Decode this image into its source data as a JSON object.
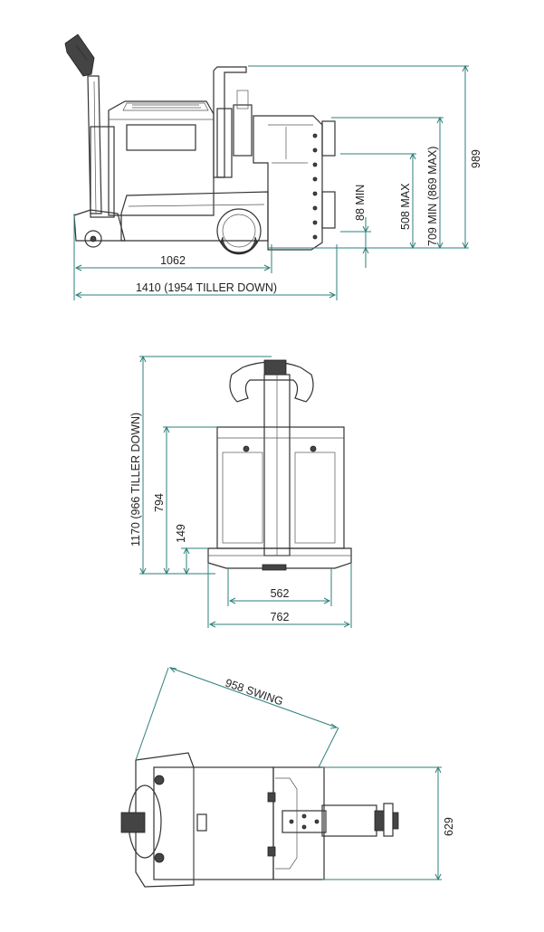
{
  "colors": {
    "dimension": "#2e7f7a",
    "machine": "#333333",
    "background": "#ffffff"
  },
  "side_view": {
    "len_body": "1062",
    "len_total": "1410 (1954 TILLER DOWN)",
    "h_min": "88 MIN",
    "h_max_lift": "508 MAX",
    "h_plat": "709 MIN (869 MAX)",
    "h_total": "989"
  },
  "front_view": {
    "h_total": "1170 (966 TILLER DOWN)",
    "h_body": "794",
    "h_base": "149",
    "w_inner": "562",
    "w_outer": "762"
  },
  "top_view": {
    "swing": "958 SWING",
    "width": "629"
  }
}
